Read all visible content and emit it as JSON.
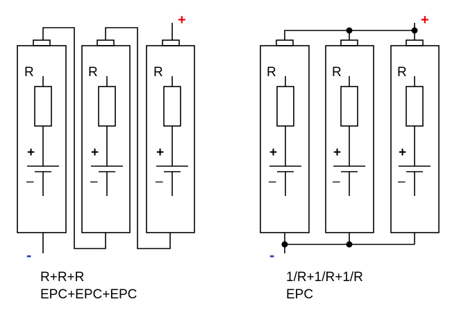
{
  "colors": {
    "ink": "#000000",
    "positive": "#e8000b",
    "negative": "#1f3bb3"
  },
  "series_circuit": {
    "cells": [
      {
        "resistor_label": "R",
        "plus_sign": "+",
        "minus_sign": "–"
      },
      {
        "resistor_label": "R",
        "plus_sign": "+",
        "minus_sign": "–"
      },
      {
        "resistor_label": "R",
        "plus_sign": "+",
        "minus_sign": "–"
      }
    ],
    "positive_terminal": "+",
    "negative_terminal": "-",
    "caption_line1": "R+R+R",
    "caption_line2": "EPC+EPC+EPC"
  },
  "parallel_circuit": {
    "cells": [
      {
        "resistor_label": "R",
        "plus_sign": "+",
        "minus_sign": "–"
      },
      {
        "resistor_label": "R",
        "plus_sign": "+",
        "minus_sign": "–"
      },
      {
        "resistor_label": "R",
        "plus_sign": "+",
        "minus_sign": "–"
      }
    ],
    "positive_terminal": "+",
    "negative_terminal": "-",
    "caption_line1": "1/R+1/R+1/R",
    "caption_line2": "EPC"
  }
}
